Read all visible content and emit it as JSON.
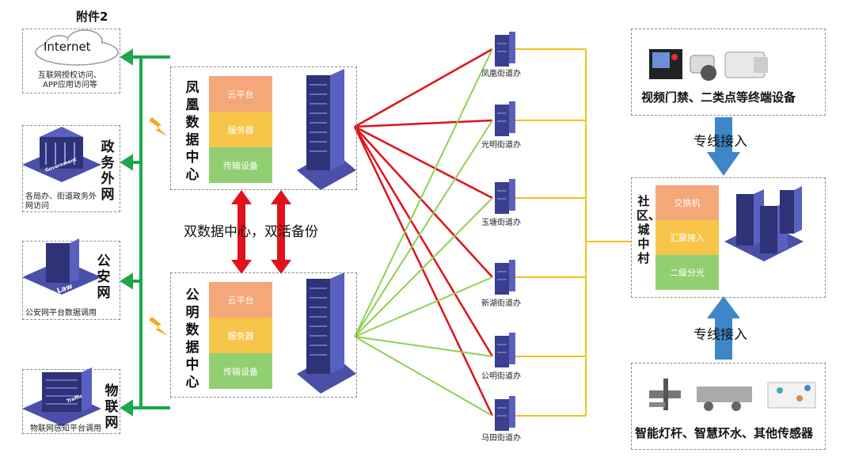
{
  "title": "附件2",
  "internet": {
    "cloud_label": "Internet",
    "desc_line1": "互联网授权访问、",
    "desc_line2": "APP应用访问等"
  },
  "gov_net": {
    "label": "政务外网",
    "desc_line1": "各局办、街道政务外",
    "desc_line2": "网访问",
    "building_tag": "Government"
  },
  "police_net": {
    "label": "公安网",
    "desc": "公安网平台数据调用",
    "building_tag": "Law"
  },
  "iot_net": {
    "label": "物联网",
    "desc": "物联网感知平台调用",
    "building_tag": "Traffic"
  },
  "dc1": {
    "name": "凤凰数据中心",
    "layers": [
      "云平台",
      "服务器",
      "传输设备"
    ]
  },
  "dc2": {
    "name": "公明数据中心",
    "layers": [
      "云平台",
      "服务器",
      "传输设备"
    ]
  },
  "dual_label": "双数据中心，双活备份",
  "stations": [
    "凤凰街道办",
    "光明街道办",
    "玉塘街道办",
    "新湖街道办",
    "公明街道办",
    "马田街道办"
  ],
  "terminal": {
    "label": "视频门禁、二类点等终端设备"
  },
  "line_top": "专线接入",
  "community": {
    "name": "社区、城中村",
    "layers": [
      "交换机",
      "汇聚接入",
      "二级分光"
    ]
  },
  "line_bottom": "专线接入",
  "sensors": {
    "label": "智能灯杆、智慧环水、其他传感器"
  },
  "colors": {
    "green": "#1aa84a",
    "red": "#e0121b",
    "lime": "#8fd14f",
    "yellow": "#f3c21b",
    "blue": "#3d87c9",
    "layer1": "#f4a779",
    "layer2": "#f6c54a",
    "layer3": "#92cf72"
  }
}
